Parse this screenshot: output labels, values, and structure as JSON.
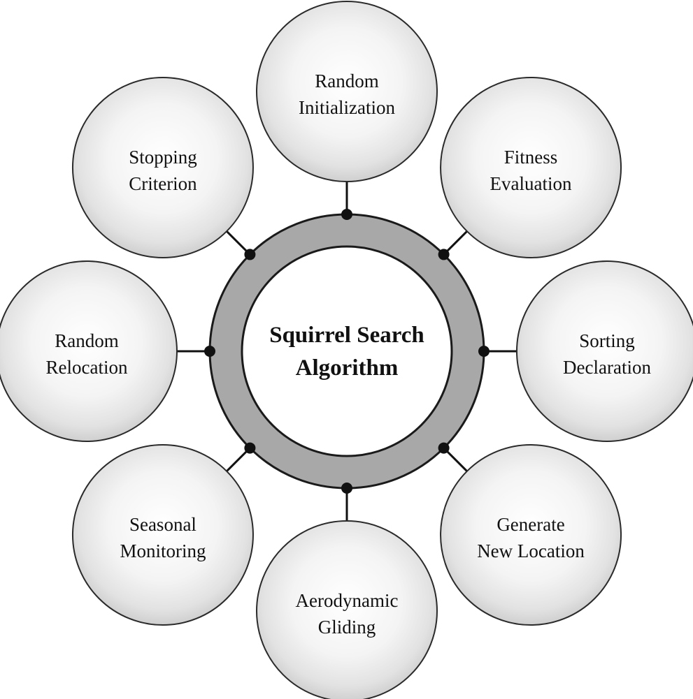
{
  "diagram": {
    "center": {
      "line1": "Squirrel Search",
      "line2": "Algorithm"
    },
    "steps": [
      {
        "id": "random-initialization",
        "line1": "Random",
        "line2": "Initialization"
      },
      {
        "id": "fitness-evaluation",
        "line1": "Fitness",
        "line2": "Evaluation"
      },
      {
        "id": "sorting-declaration",
        "line1": "Sorting",
        "line2": "Declaration"
      },
      {
        "id": "generate-new-location",
        "line1": "Generate",
        "line2": "New Location"
      },
      {
        "id": "aerodynamic-gliding",
        "line1": "Aerodynamic",
        "line2": "Gliding"
      },
      {
        "id": "seasonal-monitoring",
        "line1": "Seasonal",
        "line2": "Monitoring"
      },
      {
        "id": "random-relocation",
        "line1": "Random",
        "line2": "Relocation"
      },
      {
        "id": "stopping-criterion",
        "line1": "Stopping",
        "line2": "Criterion"
      }
    ],
    "colors": {
      "ring_fill": "#a8a8a8",
      "outline": "#1a1a1a",
      "node_highlight": "#ffffff",
      "node_shadow": "#cfcfcf",
      "connector": "#111111"
    }
  }
}
